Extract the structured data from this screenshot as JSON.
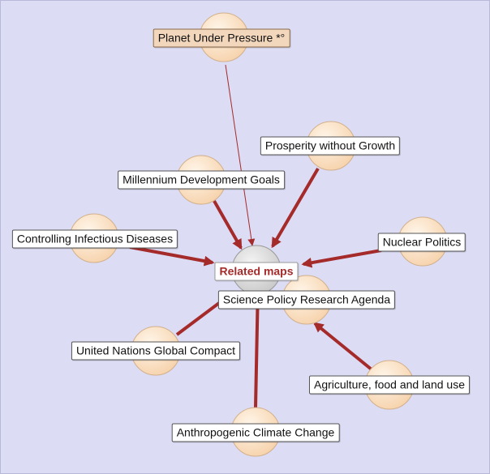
{
  "colors": {
    "edge": "#a52a2a",
    "node_fill_light": "#fff6ea",
    "node_fill_dark": "#f6d2ab",
    "center_fill_light": "#f4f4f4",
    "center_fill_dark": "#c8c8c8",
    "focus_label_bg": "#f3d7bd"
  },
  "center": {
    "label": "Related maps"
  },
  "nodes": [
    {
      "label": "Planet Under Pressure *°",
      "focus": true
    },
    {
      "label": "Prosperity without Growth"
    },
    {
      "label": "Millennium Development Goals"
    },
    {
      "label": "Controlling Infectious Diseases"
    },
    {
      "label": "Nuclear Politics"
    },
    {
      "label": "Science Policy Research Agenda"
    },
    {
      "label": "United Nations Global Compact"
    },
    {
      "label": "Agriculture, food and land use"
    },
    {
      "label": "Anthropogenic Climate Change"
    }
  ]
}
